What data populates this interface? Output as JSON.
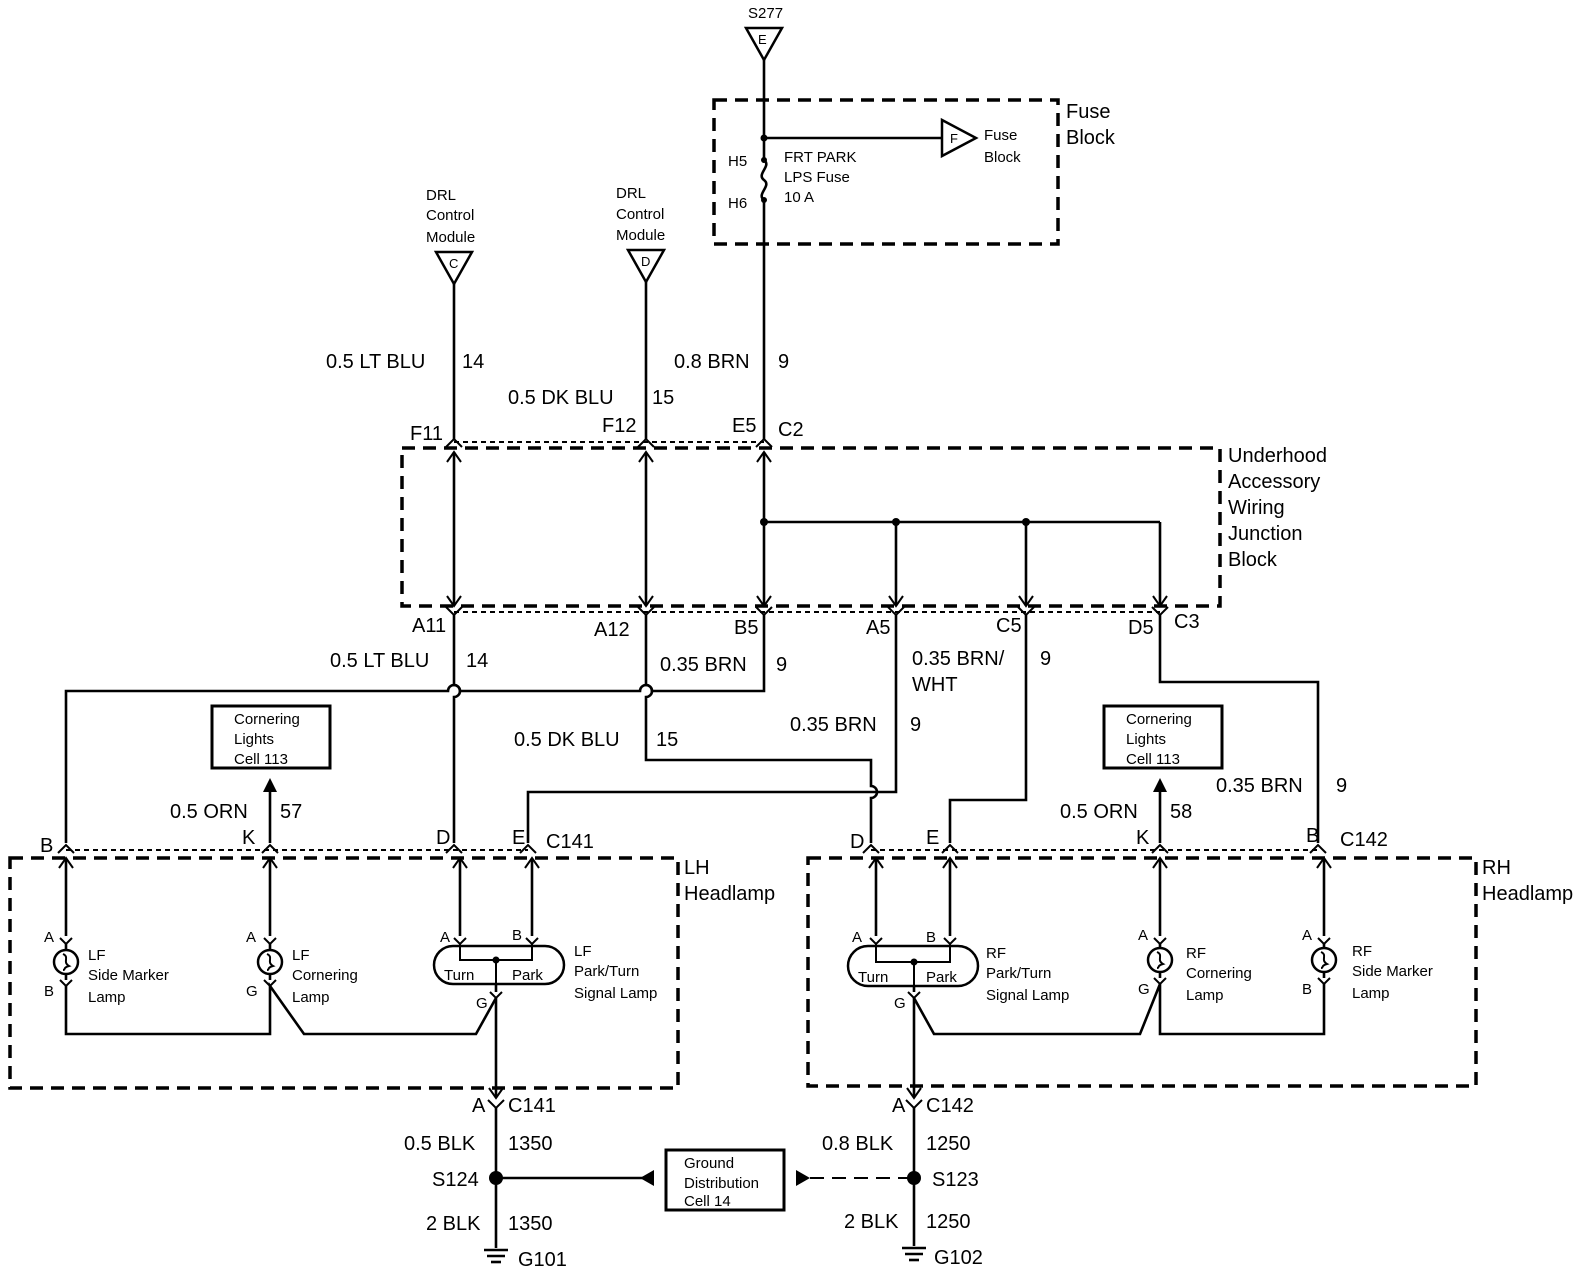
{
  "splice_top": {
    "id": "S277",
    "pin": "E"
  },
  "fuse_block": {
    "title_line1": "Fuse",
    "title_line2": "Block",
    "pin_top": "H5",
    "pin_bottom": "H6",
    "fuse_line1": "FRT PARK",
    "fuse_line2": "LPS Fuse",
    "fuse_line3": "10 A",
    "ref_pin": "F",
    "ref_line1": "Fuse",
    "ref_line2": "Block"
  },
  "drl_c": {
    "line1": "DRL",
    "line2": "Control",
    "line3": "Module",
    "pin": "C"
  },
  "drl_d": {
    "line1": "DRL",
    "line2": "Control",
    "line3": "Module",
    "pin": "D"
  },
  "wires": {
    "w_ltblu_top": "0.5 LT BLU",
    "c_ltblu_top": "14",
    "w_dkblu_top": "0.5 DK BLU",
    "c_dkblu_top": "15",
    "w_brn_top": "0.8 BRN",
    "c_brn_top": "9",
    "w_ltblu_mid": "0.5 LT BLU",
    "c_ltblu_mid": "14",
    "w_brn_b5": "0.35 BRN",
    "c_brn_b5": "9",
    "w_brnwht_1": "0.35 BRN/",
    "w_brnwht_2": "WHT",
    "c_brnwht": "9",
    "w_c5": "9",
    "w_dkblu_mid": "0.5 DK BLU",
    "c_dkblu_mid": "15",
    "w_brn_a5": "0.35 BRN",
    "c_brn_a5": "9",
    "w_orn_l": "0.5 ORN",
    "c_orn_l": "57",
    "w_orn_r": "0.5 ORN",
    "c_orn_r": "58",
    "w_brn_d5": "0.35 BRN",
    "c_brn_d5": "9",
    "w_blk_l1": "0.5 BLK",
    "c_blk_l1": "1350",
    "w_blk_l2": "2 BLK",
    "c_blk_l2": "1350",
    "w_blk_r1": "0.8 BLK",
    "c_blk_r1": "1250",
    "w_blk_r2": "2 BLK",
    "c_blk_r2": "1250"
  },
  "junction_block": {
    "line1": "Underhood",
    "line2": "Accessory",
    "line3": "Wiring",
    "line4": "Junction",
    "line5": "Block",
    "top_pins": {
      "f11": "F11",
      "f12": "F12",
      "e5": "E5",
      "c2": "C2"
    },
    "bottom_pins": {
      "a11": "A11",
      "a12": "A12",
      "b5": "B5",
      "a5": "A5",
      "c5": "C5",
      "d5": "D5",
      "c3": "C3"
    }
  },
  "cornering_ref_left": {
    "line1": "Cornering",
    "line2": "Lights",
    "line3": "Cell 113"
  },
  "cornering_ref_right": {
    "line1": "Cornering",
    "line2": "Lights",
    "line3": "Cell 113"
  },
  "lh_headlamp": {
    "title_line1": "LH",
    "title_line2": "Headlamp",
    "conn_pins": {
      "b": "B",
      "k": "K",
      "d": "D",
      "e": "E",
      "conn": "C141"
    },
    "side_marker": {
      "pin_a": "A",
      "pin_b": "B",
      "line1": "LF",
      "line2": "Side Marker",
      "line3": "Lamp"
    },
    "cornering": {
      "pin_a": "A",
      "pin_g": "G",
      "line1": "LF",
      "line2": "Cornering",
      "line3": "Lamp"
    },
    "park_turn": {
      "pin_a": "A",
      "pin_b": "B",
      "pin_g": "G",
      "turn": "Turn",
      "park": "Park",
      "line1": "LF",
      "line2": "Park/Turn",
      "line3": "Signal Lamp"
    },
    "ground_pin": "A",
    "ground_conn": "C141"
  },
  "rh_headlamp": {
    "title_line1": "RH",
    "title_line2": "Headlamp",
    "conn_pins": {
      "d": "D",
      "e": "E",
      "k": "K",
      "b": "B",
      "conn": "C142"
    },
    "park_turn": {
      "pin_a": "A",
      "pin_b": "B",
      "pin_g": "G",
      "turn": "Turn",
      "park": "Park",
      "line1": "RF",
      "line2": "Park/Turn",
      "line3": "Signal Lamp"
    },
    "cornering": {
      "pin_a": "A",
      "pin_g": "G",
      "line1": "RF",
      "line2": "Cornering",
      "line3": "Lamp"
    },
    "side_marker": {
      "pin_a": "A",
      "pin_b": "B",
      "line1": "RF",
      "line2": "Side Marker",
      "line3": "Lamp"
    },
    "ground_pin": "A",
    "ground_conn": "C142"
  },
  "ground_dist": {
    "line1": "Ground",
    "line2": "Distribution",
    "line3": "Cell 14"
  },
  "splices": {
    "s124": "S124",
    "s123": "S123"
  },
  "grounds": {
    "g101": "G101",
    "g102": "G102"
  }
}
